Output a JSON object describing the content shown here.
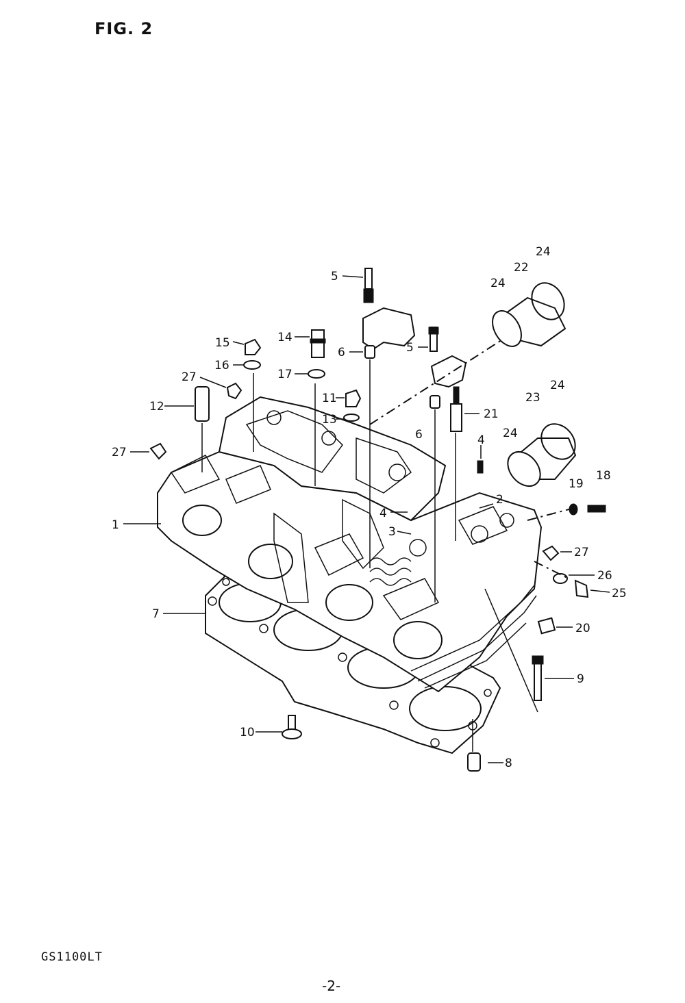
{
  "figure": {
    "title": "FIG. 2"
  },
  "footer": {
    "model": "GS1100LT",
    "page": "-2-"
  },
  "callouts": [
    {
      "id": "c1",
      "label": "1"
    },
    {
      "id": "c2",
      "label": "2"
    },
    {
      "id": "c3",
      "label": "3"
    },
    {
      "id": "c4a",
      "label": "4"
    },
    {
      "id": "c4b",
      "label": "4"
    },
    {
      "id": "c5a",
      "label": "5"
    },
    {
      "id": "c5b",
      "label": "5"
    },
    {
      "id": "c6a",
      "label": "6"
    },
    {
      "id": "c6b",
      "label": "6"
    },
    {
      "id": "c7",
      "label": "7"
    },
    {
      "id": "c8",
      "label": "8"
    },
    {
      "id": "c9",
      "label": "9"
    },
    {
      "id": "c10",
      "label": "10"
    },
    {
      "id": "c11",
      "label": "11"
    },
    {
      "id": "c12",
      "label": "12"
    },
    {
      "id": "c13",
      "label": "13"
    },
    {
      "id": "c14",
      "label": "14"
    },
    {
      "id": "c15",
      "label": "15"
    },
    {
      "id": "c16",
      "label": "16"
    },
    {
      "id": "c17",
      "label": "17"
    },
    {
      "id": "c18",
      "label": "18"
    },
    {
      "id": "c19",
      "label": "19"
    },
    {
      "id": "c20",
      "label": "20"
    },
    {
      "id": "c21",
      "label": "21"
    },
    {
      "id": "c22",
      "label": "22"
    },
    {
      "id": "c23",
      "label": "23"
    },
    {
      "id": "c24a",
      "label": "24"
    },
    {
      "id": "c24b",
      "label": "24"
    },
    {
      "id": "c24c",
      "label": "24"
    },
    {
      "id": "c24d",
      "label": "24"
    },
    {
      "id": "c25",
      "label": "25"
    },
    {
      "id": "c26",
      "label": "26"
    },
    {
      "id": "c27a",
      "label": "27"
    },
    {
      "id": "c27b",
      "label": "27"
    },
    {
      "id": "c27c",
      "label": "27"
    }
  ]
}
